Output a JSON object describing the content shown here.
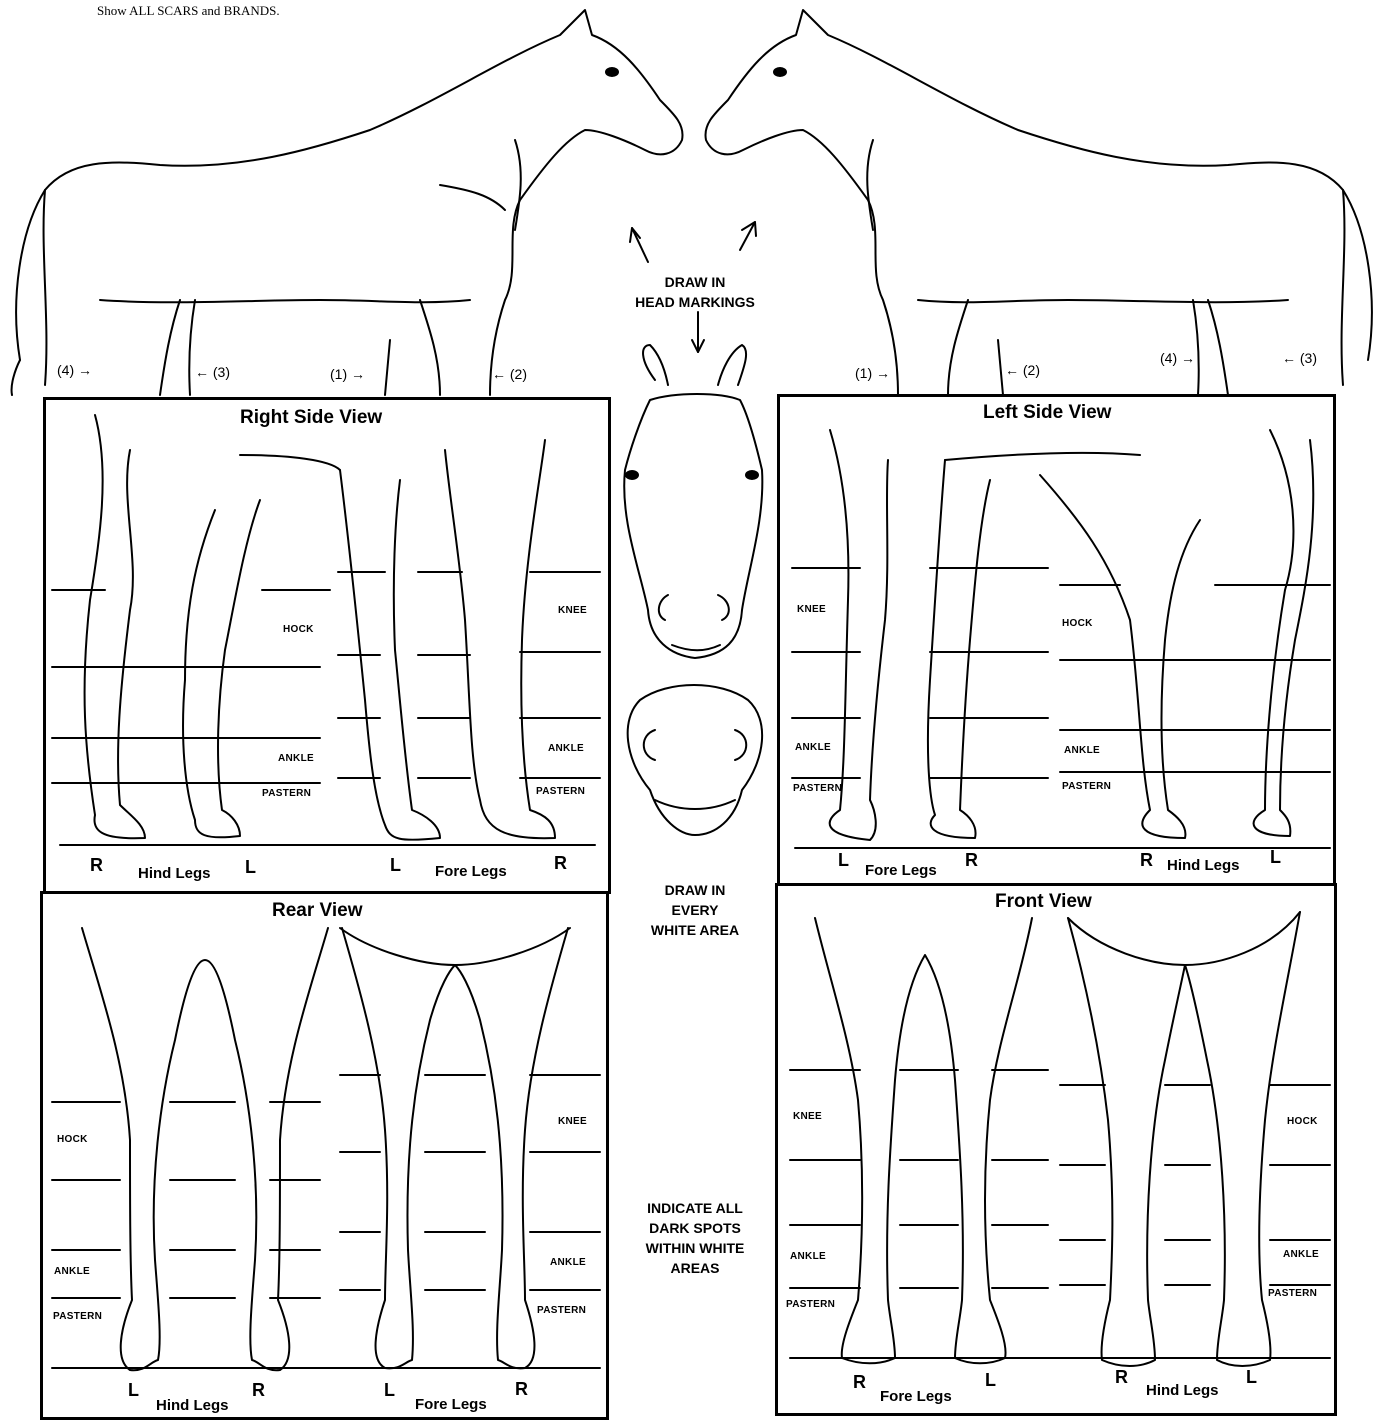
{
  "header": {
    "instructions": "Show ALL SCARS and BRANDS."
  },
  "center": {
    "head_markings": "DRAW IN\nHEAD MARKINGS",
    "white_area": "DRAW IN\nEVERY\nWHITE AREA",
    "dark_spots": "INDICATE ALL\nDARK SPOTS\nWITHIN WHITE\nAREAS"
  },
  "markers": {
    "m1": "(1)",
    "m2": "(2)",
    "m3": "(3)",
    "m4": "(4)"
  },
  "panels": {
    "right_side": {
      "title": "Right Side View",
      "labels": {
        "hock": "HOCK",
        "ankle": "ANKLE",
        "pastern": "PASTERN",
        "knee": "KNEE"
      },
      "footer": {
        "r1": "R",
        "hind": "Hind Legs",
        "l1": "L",
        "l2": "L",
        "fore": "Fore Legs",
        "r2": "R"
      }
    },
    "left_side": {
      "title": "Left Side View",
      "labels": {
        "knee": "KNEE",
        "ankle": "ANKLE",
        "pastern": "PASTERN",
        "hock": "HOCK"
      },
      "footer": {
        "l1": "L",
        "fore": "Fore Legs",
        "r1": "R",
        "r2": "R",
        "hind": "Hind Legs",
        "l2": "L"
      }
    },
    "rear": {
      "title": "Rear View",
      "labels": {
        "hock": "HOCK",
        "ankle": "ANKLE",
        "pastern": "PASTERN",
        "knee": "KNEE"
      },
      "footer": {
        "l1": "L",
        "hind": "Hind Legs",
        "r1": "R",
        "l2": "L",
        "fore": "Fore Legs",
        "r2": "R"
      }
    },
    "front": {
      "title": "Front View",
      "labels": {
        "knee": "KNEE",
        "ankle": "ANKLE",
        "pastern": "PASTERN",
        "hock": "HOCK"
      },
      "footer": {
        "r1": "R",
        "fore": "Fore Legs",
        "l1": "L",
        "r2": "R",
        "hind": "Hind Legs",
        "l2": "L"
      }
    }
  }
}
